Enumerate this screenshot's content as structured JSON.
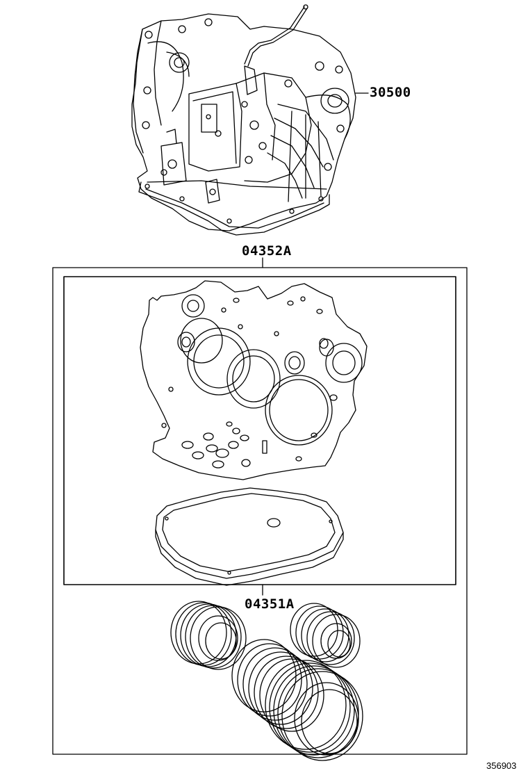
{
  "parts": {
    "transmission_assy": "30500",
    "overhaul_kit": "04352A",
    "gasket_kit": "04351A"
  },
  "figure_code": "356903",
  "icons": {
    "transmission": "transmission-assembly-icon",
    "gasket_plate": "gasket-plate-icon",
    "oil_pan_gasket": "oil-pan-gasket-icon",
    "clutch_rings": "clutch-disc-rings-icon"
  },
  "colors": {
    "ink": "#000000",
    "background": "#ffffff"
  }
}
